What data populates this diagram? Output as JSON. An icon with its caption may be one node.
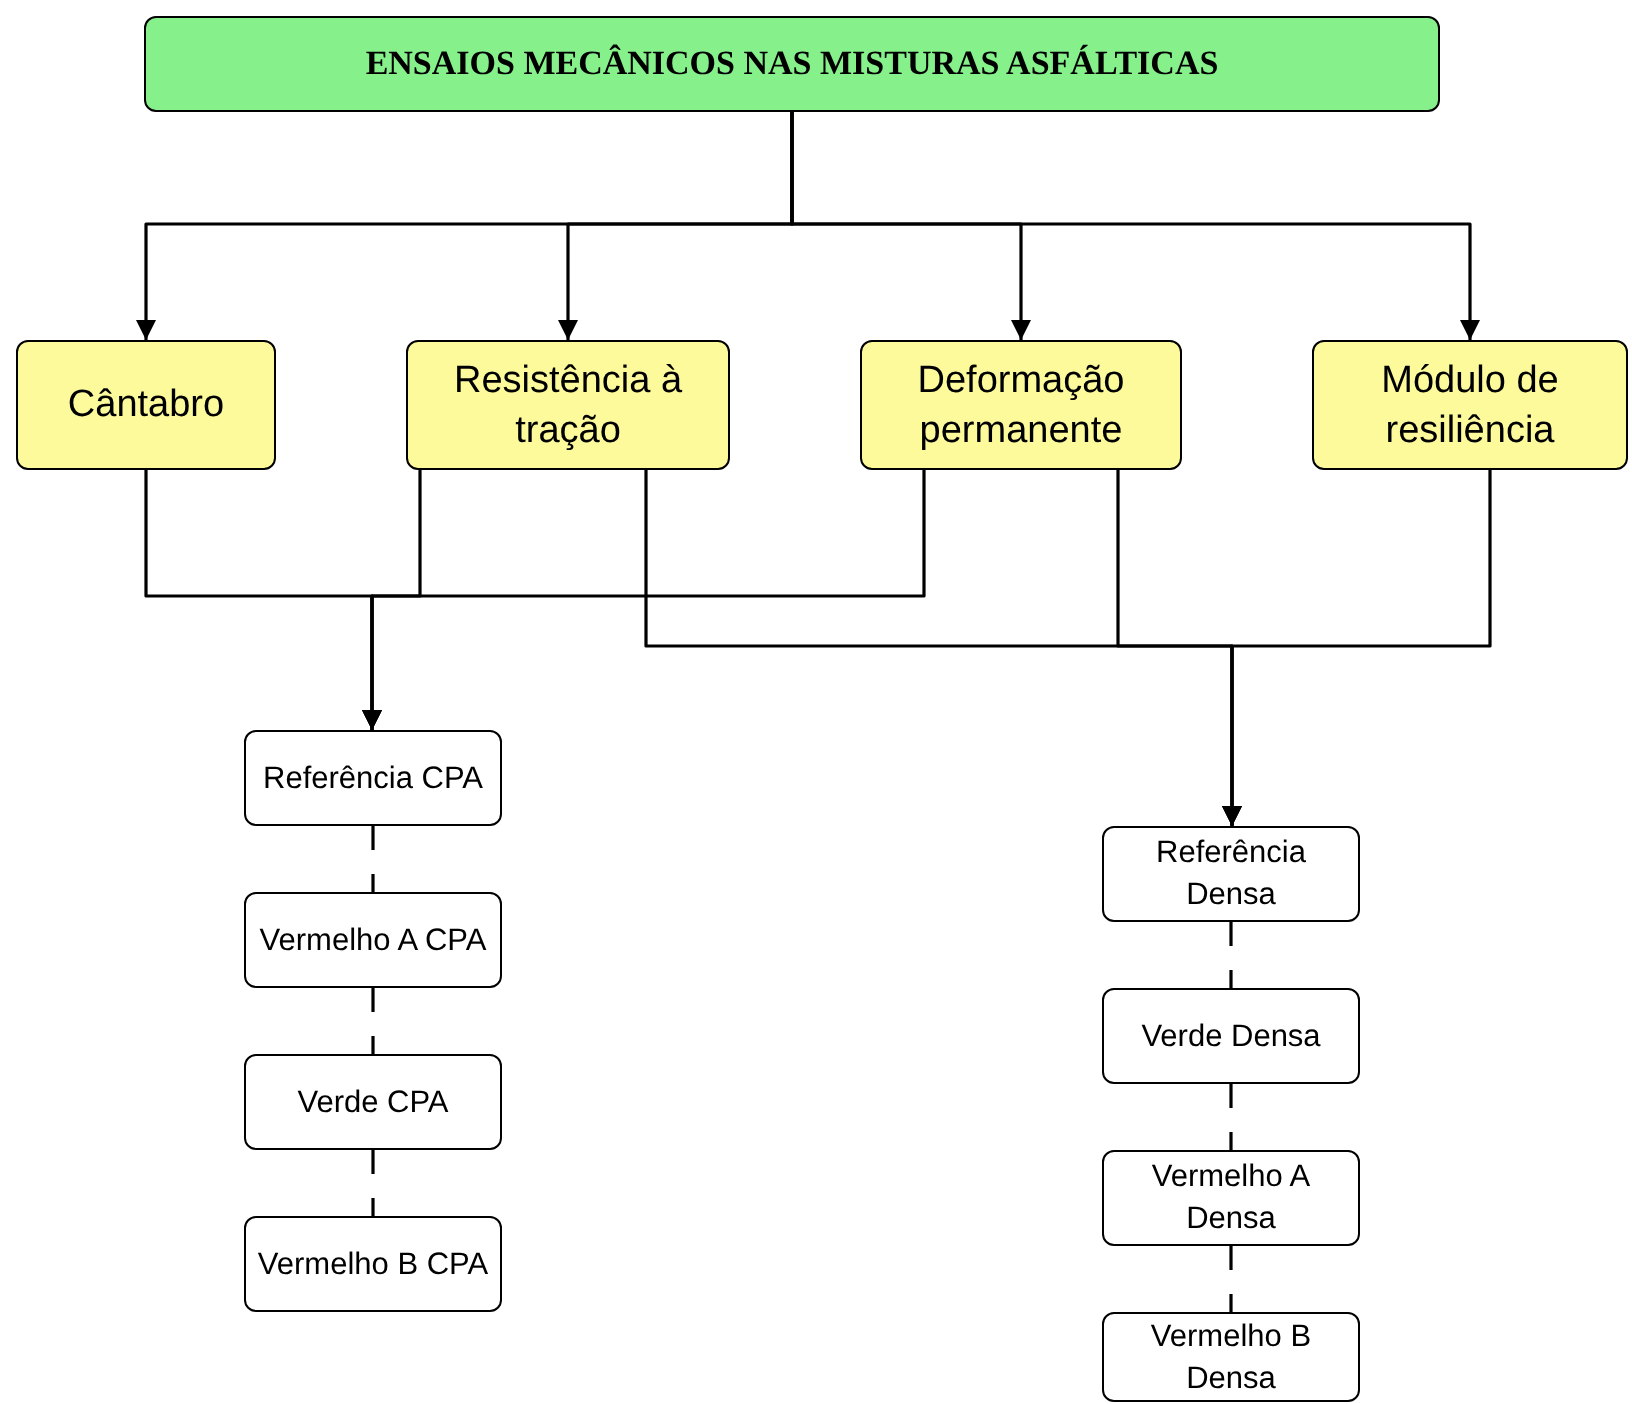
{
  "diagram": {
    "nodes": [
      {
        "text": [
          "ENSAIOS  MECÂNICOS NAS MISTURAS ASFÁLTICAS"
        ]
      },
      {
        "text": [
          "Cântabro"
        ]
      },
      {
        "text": [
          "Resistência à tração"
        ]
      },
      {
        "text": [
          "Deformação permanente"
        ]
      },
      {
        "text": [
          "Módulo de resiliência"
        ]
      },
      {
        "text": [
          "Referência CPA"
        ]
      },
      {
        "text": [
          "Vermelho A CPA"
        ]
      },
      {
        "text": [
          "Verde CPA"
        ]
      },
      {
        "text": [
          "Vermelho B CPA"
        ]
      },
      {
        "text": [
          "Referência Densa"
        ]
      },
      {
        "text": [
          "Verde Densa"
        ]
      },
      {
        "text": [
          "Vermelho A Densa"
        ]
      },
      {
        "text": [
          "Vermelho B Densa"
        ]
      }
    ],
    "edges": [
      {
        "from": 0,
        "to": 1,
        "arrow": "to"
      },
      {
        "from": 0,
        "to": 2,
        "arrow": "to"
      },
      {
        "from": 0,
        "to": 3,
        "arrow": "to"
      },
      {
        "from": 0,
        "to": 4,
        "arrow": "to"
      },
      {
        "from": 1,
        "to": 5,
        "arrow": "to"
      },
      {
        "from": 2,
        "to": 5,
        "arrow": "to"
      },
      {
        "from": 3,
        "to": 5,
        "arrow": "to"
      },
      {
        "from": 2,
        "to": 9,
        "arrow": "to"
      },
      {
        "from": 3,
        "to": 9,
        "arrow": "to"
      },
      {
        "from": 4,
        "to": 9,
        "arrow": "to"
      },
      {
        "from": 5,
        "to": 6,
        "arrow": "none",
        "style": "dashed"
      },
      {
        "from": 6,
        "to": 7,
        "arrow": "none",
        "style": "dashed"
      },
      {
        "from": 7,
        "to": 8,
        "arrow": "none",
        "style": "dashed"
      },
      {
        "from": 9,
        "to": 10,
        "arrow": "none",
        "style": "dashed"
      },
      {
        "from": 10,
        "to": 11,
        "arrow": "none",
        "style": "dashed"
      },
      {
        "from": 11,
        "to": 12,
        "arrow": "none",
        "style": "dashed"
      }
    ]
  }
}
